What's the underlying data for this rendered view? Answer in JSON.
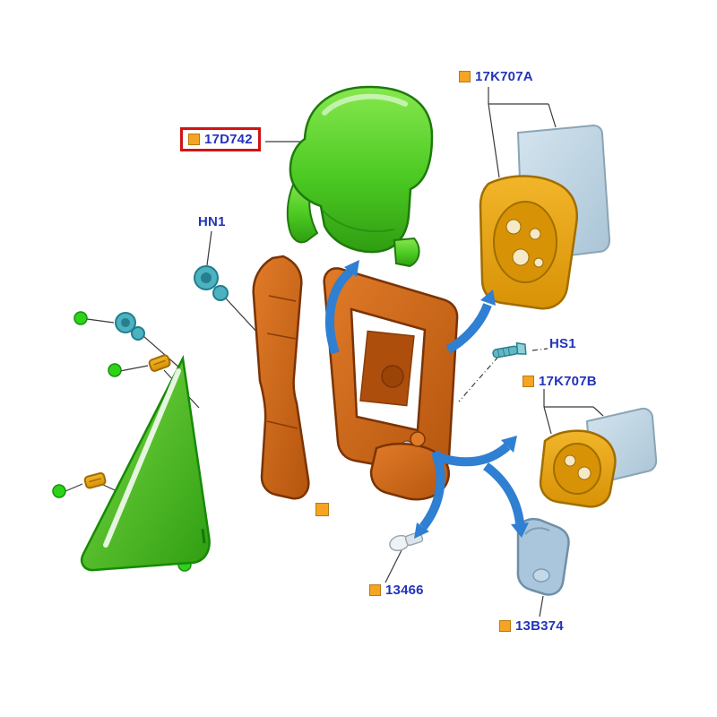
{
  "diagram": {
    "labels": {
      "mirror_cover": "17D742",
      "mirror_glass_upper": "17K707A",
      "nut": "HN1",
      "screw": "HS1",
      "mirror_glass_lower": "17K707B",
      "lamp": "13466",
      "turn_signal_lamp": "13B374"
    },
    "highlight": {
      "label": "17D742",
      "color": "#cf1414"
    },
    "colors": {
      "label_text": "#2233bb",
      "marker_orange": "#f5a424",
      "part_green": "#44c51e",
      "part_orange": "#d2691e",
      "part_yellow": "#e8a818",
      "part_glass_blue": "#bcd3e2",
      "part_teal": "#4cb2c0",
      "arrow_blue": "#2f7fd2"
    }
  }
}
